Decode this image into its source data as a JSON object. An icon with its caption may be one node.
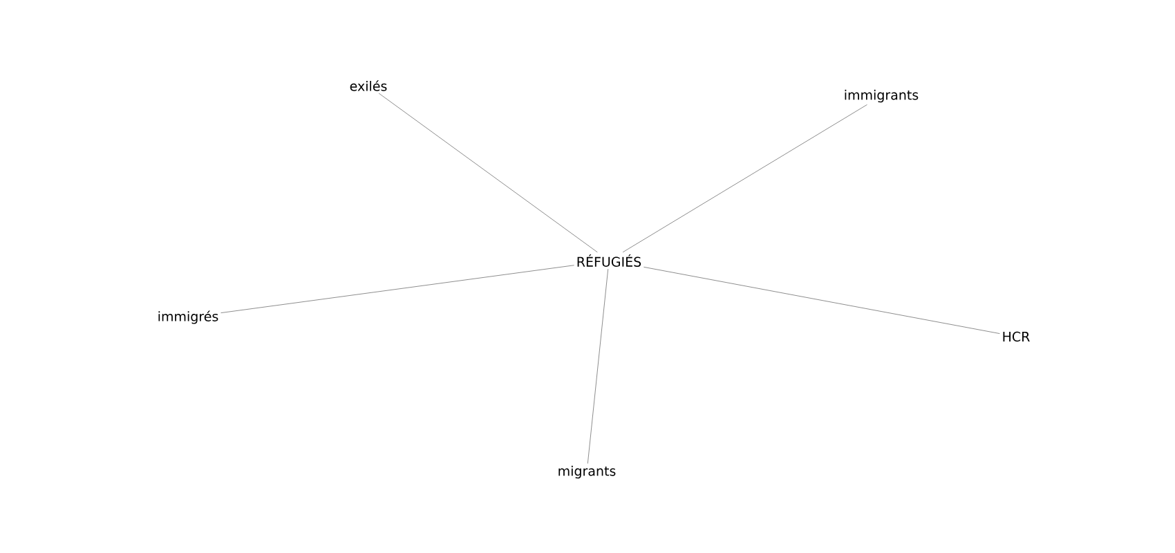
{
  "diagram": {
    "nodes": [
      {
        "text": [
          "exilés"
        ]
      },
      {
        "text": [
          "immigrants"
        ]
      },
      {
        "text": [
          "RÉFUGIÉS"
        ]
      },
      {
        "text": [
          "immigrés"
        ]
      },
      {
        "text": [
          "HCR"
        ]
      },
      {
        "text": [
          "migrants"
        ]
      }
    ],
    "edges": [
      {
        "from": 2,
        "to": 0,
        "arrow": "none"
      },
      {
        "from": 2,
        "to": 1,
        "arrow": "none"
      },
      {
        "from": 2,
        "to": 3,
        "arrow": "none"
      },
      {
        "from": 2,
        "to": 4,
        "arrow": "none"
      },
      {
        "from": 2,
        "to": 5,
        "arrow": "none"
      }
    ]
  }
}
